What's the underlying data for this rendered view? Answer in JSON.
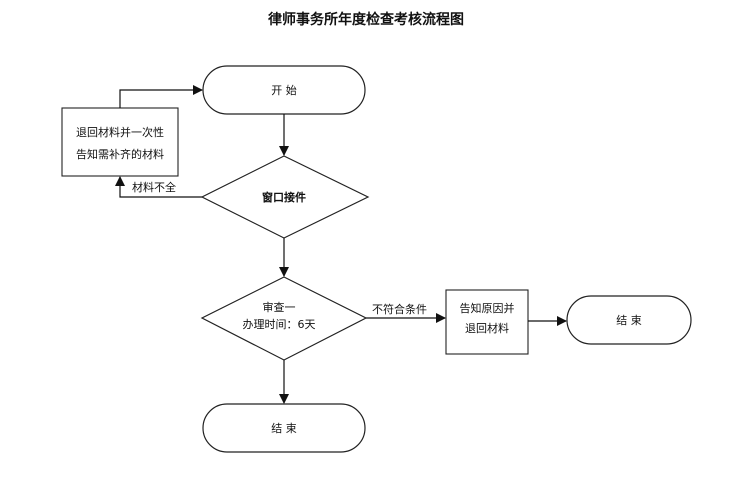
{
  "title": "律师事务所年度检查考核流程图",
  "nodes": {
    "start": {
      "label": "开 始"
    },
    "return_materials": {
      "line1": "退回材料并一次性",
      "line2": "告知需补齐的材料"
    },
    "window_receive": {
      "label": "窗口接件"
    },
    "review": {
      "line1": "审查一",
      "line2": "办理时间：6天"
    },
    "notify_reason": {
      "line1": "告知原因并",
      "line2": "退回材料"
    },
    "end_main": {
      "label": "结 束"
    },
    "end_side": {
      "label": "结 束"
    }
  },
  "edges": {
    "incomplete": "材料不全",
    "not_qualified": "不符合条件"
  },
  "colors": {
    "stroke": "#222222",
    "text": "#111111",
    "background": "#ffffff"
  }
}
